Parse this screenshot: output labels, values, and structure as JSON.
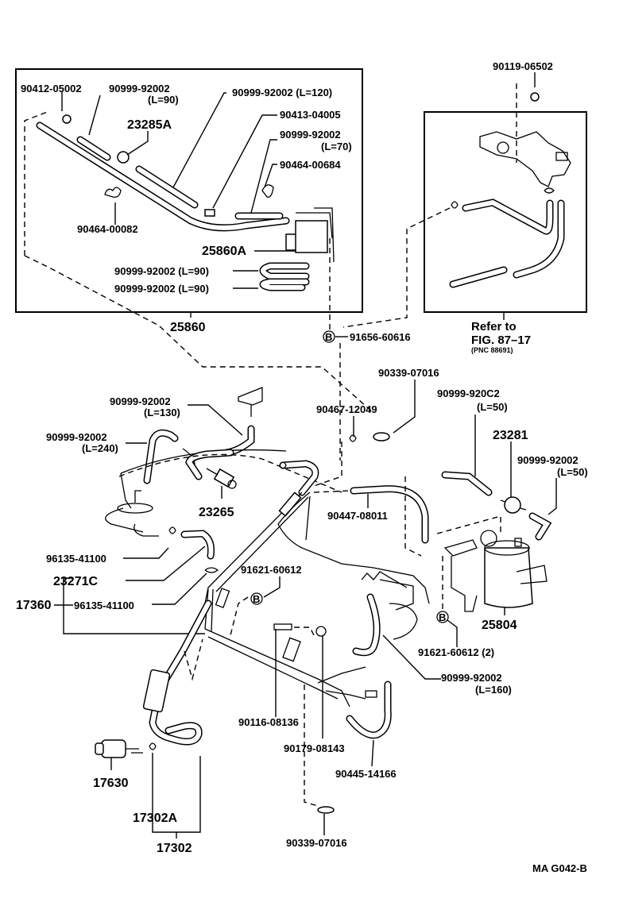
{
  "diagram": {
    "title_code": "MA G042-B",
    "circle_marker": "B",
    "labels": {
      "p90412_05002": "90412-05002",
      "p90999_l90_top": "90999-92002",
      "p90999_l90_top_len": "(L=90)",
      "p90999_l120": "90999-92002 (L=120)",
      "p23285A": "23285A",
      "p90413_04005": "90413-04005",
      "p90999_l70": "90999-92002",
      "p90999_l70_len": "(L=70)",
      "p90464_00684": "90464-00684",
      "p90464_00082": "90464-00082",
      "p25860A": "25860A",
      "p90999_l90_a": "90999-92002 (L=90)",
      "p90999_l90_b": "90999-92002 (L=90)",
      "p25860": "25860",
      "p90119_06502": "90119-06502",
      "refer_to": "Refer to",
      "refer_fig": "FIG. 87–17",
      "refer_pnc": "(PNC 88691)",
      "p91656_60616": "91656-60616",
      "p90339_07016_top": "90339-07016",
      "p90999_l130": "90999-92002",
      "p90999_l130_len": "(L=130)",
      "p90467_12049": "90467-12049",
      "p90999_l50_a": "90999-920C2",
      "p90999_l50_a_len": "(L=50)",
      "p23281": "23281",
      "p90999_l240": "90999-92002",
      "p90999_l240_len": "(L=240)",
      "p90999_l50_b": "90999-92002",
      "p90999_l50_b_len": "(L=50)",
      "p23265": "23265",
      "p90447_08011": "90447-08011",
      "p96135_41100_a": "96135-41100",
      "p23271C": "23271C",
      "p91621_60612": "91621-60612",
      "p17360": "17360",
      "p96135_41100_b": "96135-41100",
      "p25804": "25804",
      "p91621_60612_2": "91621-60612 (2)",
      "p90999_l160": "90999-92002",
      "p90999_l160_len": "(L=160)",
      "p90116_08136": "90116-08136",
      "p90179_08143": "90179-08143",
      "p90445_14166": "90445-14166",
      "p17630": "17630",
      "p17302A": "17302A",
      "p17302": "17302",
      "p90339_07016_bot": "90339-07016"
    }
  }
}
